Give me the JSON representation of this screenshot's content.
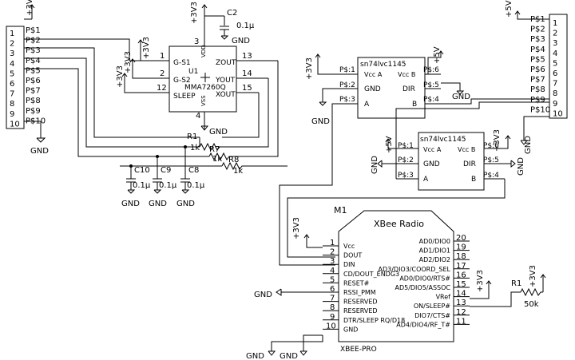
{
  "power_labels": {
    "v3v3": "+3V3",
    "v5": "+5V",
    "gnd": "GND"
  },
  "connector_left": {
    "pin_numbers": [
      "1",
      "2",
      "3",
      "4",
      "5",
      "6",
      "7",
      "8",
      "9",
      "10"
    ],
    "pin_labels": [
      "P$1",
      "P$2",
      "P$3",
      "P$4",
      "P$5",
      "P$6",
      "P$7",
      "P$8",
      "P$9",
      "P$10"
    ]
  },
  "connector_right": {
    "pin_numbers": [
      "1",
      "2",
      "3",
      "4",
      "5",
      "6",
      "7",
      "8",
      "9",
      "10"
    ],
    "pin_labels": [
      "P$1",
      "P$2",
      "P$3",
      "P$4",
      "P$5",
      "P$6",
      "P$7",
      "P$8",
      "P$9",
      "P$10"
    ]
  },
  "u1": {
    "ref": "U1",
    "value": "MMA7260Q",
    "pin_labels": {
      "gs1": "G-S1",
      "gs2": "G-S2",
      "sleep": "SLEEP",
      "vdd": "VDD",
      "vss": "VSS",
      "zout": "ZOUT",
      "yout": "YOUT",
      "xout": "XOUT"
    },
    "pin_numbers": {
      "gs1": "1",
      "gs2": "2",
      "sleep": "12",
      "vdd": "3",
      "vss": "4",
      "zout": "13",
      "yout": "14",
      "xout": "15"
    }
  },
  "c2": {
    "ref": "C2",
    "value": "0.1μ"
  },
  "caps_bottom": [
    {
      "ref": "C10",
      "value": "0.1μ"
    },
    {
      "ref": "C9",
      "value": "0.1μ"
    },
    {
      "ref": "C8",
      "value": "0.1μ"
    }
  ],
  "resistors_mid": [
    {
      "ref": "R1",
      "value": "1k"
    },
    {
      "ref": "R7",
      "value": "1k"
    },
    {
      "ref": "R8",
      "value": "1k"
    }
  ],
  "level_shifter_1": {
    "name": "sn74lvc1145",
    "pins_left": [
      "P$:1",
      "P$:2",
      "P$:3"
    ],
    "pins_right": [
      "P$:6",
      "P$:5",
      "P$:4"
    ],
    "inner_left": [
      "Vcc A",
      "GND",
      "A"
    ],
    "inner_right": [
      "Vcc B",
      "DIR",
      "B"
    ]
  },
  "level_shifter_2": {
    "name": "sn74lvc1145",
    "pins_left": [
      "P$:1",
      "P$:2",
      "P$:3"
    ],
    "pins_right": [
      "P$:6",
      "P$:5",
      "P$:4"
    ],
    "inner_left": [
      "Vcc A",
      "GND",
      "A"
    ],
    "inner_right": [
      "Vcc B",
      "DIR",
      "B"
    ]
  },
  "xbee": {
    "ref": "M1",
    "title": "XBee Radio",
    "part": "XBEE-PRO",
    "left_pins": [
      {
        "num": "1",
        "label": "Vcc"
      },
      {
        "num": "2",
        "label": "DOUT"
      },
      {
        "num": "3",
        "label": "DIN"
      },
      {
        "num": "4",
        "label": "CD/DOUT_ENDG3"
      },
      {
        "num": "5",
        "label": "RESET#"
      },
      {
        "num": "6",
        "label": "RSSI_PMM"
      },
      {
        "num": "7",
        "label": "RESERVED"
      },
      {
        "num": "8",
        "label": "RESERVED"
      },
      {
        "num": "9",
        "label": "DTR/SLEEP RQ/D18"
      },
      {
        "num": "10",
        "label": "GND"
      }
    ],
    "right_pins": [
      {
        "num": "20",
        "label": "AD0/DIO0"
      },
      {
        "num": "19",
        "label": "AD1/DIO1"
      },
      {
        "num": "18",
        "label": "AD2/DIO2"
      },
      {
        "num": "17",
        "label": "AD3/DIO3/COORD_SEL"
      },
      {
        "num": "16",
        "label": "AD0/DIO0/RTS#"
      },
      {
        "num": "15",
        "label": "AD5/DIO5/ASSOC"
      },
      {
        "num": "14",
        "label": "VRef"
      },
      {
        "num": "13",
        "label": "ON/SLEEP#"
      },
      {
        "num": "12",
        "label": "DIO7/CTS#"
      },
      {
        "num": "11",
        "label": "AD4/DIO4/RF_T#"
      }
    ]
  },
  "r_pullup": {
    "ref": "R1",
    "value": "50k"
  }
}
